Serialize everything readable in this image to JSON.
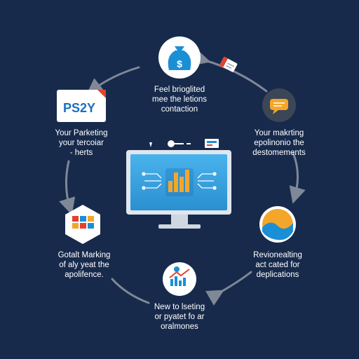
{
  "colors": {
    "background": "#172a4c",
    "arrow": "#7f8896",
    "monitor_screen": "#3aa3e0",
    "accent_orange": "#f4a62a",
    "accent_blue": "#1b8fd6",
    "badge_red": "#e6402e"
  },
  "center": {
    "monitor_icon": "dashboard-monitor",
    "chart_icon": "bar-chart-icon",
    "circuit_icons": [
      "circuit-lines-left-icon",
      "circuit-lines-right-icon"
    ],
    "small_icons": [
      "plug-icon",
      "laptop-icon"
    ]
  },
  "nodes": {
    "top": {
      "icon": "money-bag-icon",
      "icon_text": "$",
      "label": "Feel brioglited\nmee the letions\ncontaction"
    },
    "top_left": {
      "icon": "ps2y-card-icon",
      "icon_text": "PS2Y",
      "label": "Your Parketing\nyour tercoiar\n- herts"
    },
    "top_right": {
      "icon": "chat-bubble-icon",
      "label": "Your makrting\nepolinonio the\ndestomements"
    },
    "left": {
      "icon": "tiles-grid-icon",
      "label": "Gotalt Marking\nof aly yeat the\napolifence."
    },
    "right": {
      "icon": "wave-chart-icon",
      "label": "Revionealting\nact cated for\ndeplications"
    },
    "bottom": {
      "icon": "growth-chart-icon",
      "label": "New to lseting\nor pyatet fo ar\noralmones"
    },
    "mini_card": {
      "icon": "envelope-card-icon"
    }
  }
}
